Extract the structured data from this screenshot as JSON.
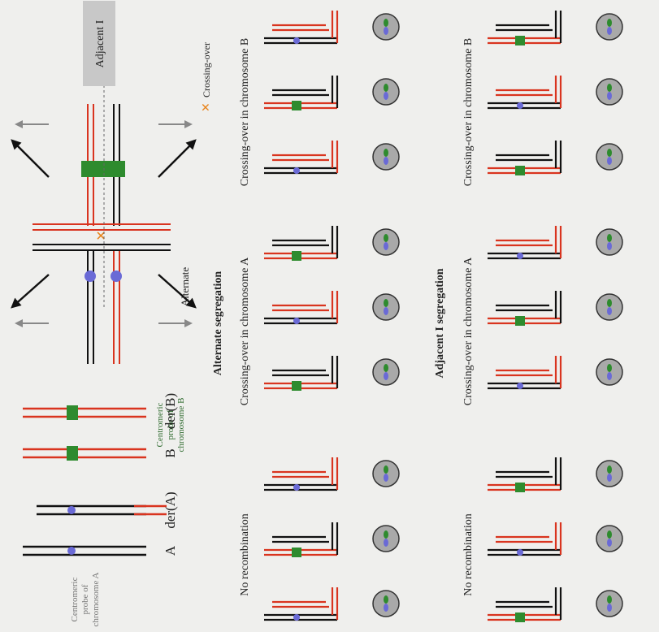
{
  "probe_a": [
    "Centromeric",
    "probe of",
    "chromosome A"
  ],
  "probe_b": [
    "Centromeric",
    "probe of",
    "chromosome B"
  ],
  "chrom_labels": {
    "a": "A",
    "der_a": "der(A)",
    "b": "B",
    "der_b": "der(B)"
  },
  "alternate_label": "Alternate",
  "adjacent_label": "Adjacent I",
  "legend_crossover": "Crossing-over",
  "alternate_segregation": {
    "title": "Alternate segregation",
    "columns": [
      "No recombination",
      "Crossing-over in chromosome A",
      "Crossing-over in chromosome B"
    ]
  },
  "adjacent_segregation": {
    "title": "Adjacent I segregation",
    "columns": [
      "No recombination",
      "Crossing-over in chromosome A",
      "Crossing-over in chromosome B"
    ]
  },
  "colors": {
    "red": "#d9341f",
    "green": "#2e8b2e",
    "blue": "#6a6ad6",
    "black": "#111111",
    "gray": "#888888",
    "orange": "#e8831a",
    "panel": "#c8c8c8"
  }
}
